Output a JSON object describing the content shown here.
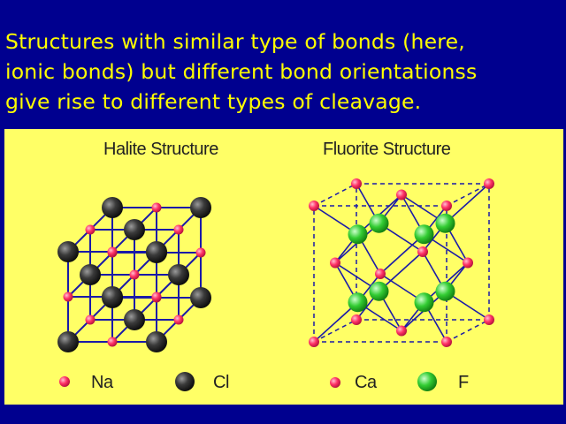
{
  "title_lines": [
    "Structures with  similar type of bonds (here,",
    "ionic bonds) but different bond orientationss",
    "give rise to different types of cleavage."
  ],
  "halite": {
    "title": "Halite Structure",
    "legend": {
      "small": "Na",
      "large": "Cl"
    }
  },
  "fluorite": {
    "title": "Fluorite Structure",
    "legend": {
      "small": "Ca",
      "large": "F"
    }
  },
  "colors": {
    "background": "#00008f",
    "title_text": "#ffff00",
    "panel": "#ffff66",
    "bond": "#1a1aa8",
    "na_ca_atom": "#ff3366",
    "cl_atom": "#333333",
    "f_atom": "#33cc33"
  }
}
